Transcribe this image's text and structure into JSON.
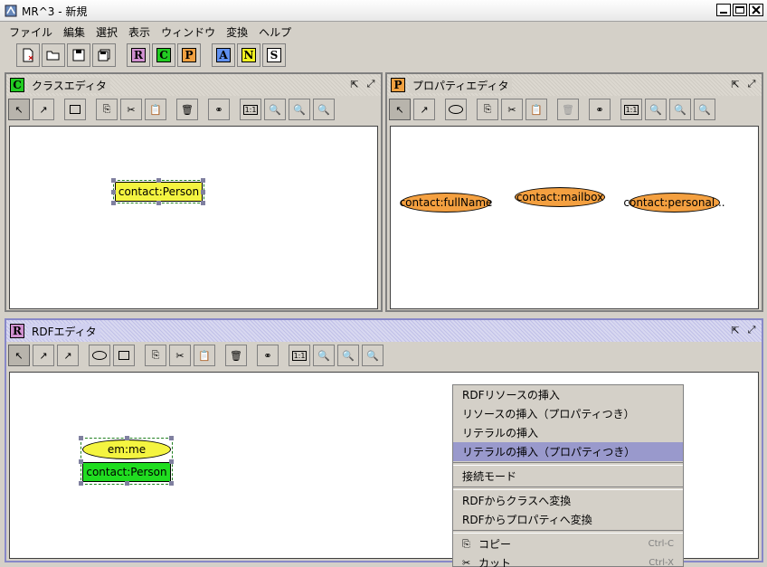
{
  "window": {
    "title": "MR^3 - 新規"
  },
  "menubar": [
    "ファイル",
    "編集",
    "選択",
    "表示",
    "ウィンドウ",
    "変換",
    "ヘルプ"
  ],
  "main_toolbar": {
    "new_icon": "new-file-icon",
    "open_icon": "open-folder-icon",
    "save_icon": "save-icon",
    "save_as_icon": "save-as-icon",
    "r": "R",
    "c": "C",
    "p": "P",
    "a": "A",
    "n": "N",
    "s": "S"
  },
  "class_editor": {
    "title": "クラスエディタ",
    "badge": "C",
    "zoom_label": "1:1",
    "node": "contact:Person"
  },
  "property_editor": {
    "title": "プロパティエディタ",
    "badge": "P",
    "zoom_label": "1:1",
    "nodes": [
      "contact:fullName",
      "contact:mailbox",
      "contact:personal..."
    ]
  },
  "rdf_editor": {
    "title": "RDFエディタ",
    "badge": "R",
    "zoom_label": "1:1",
    "resource": "em:me",
    "type": "contact:Person"
  },
  "context_menu": {
    "items": [
      "RDFリソースの挿入",
      "リソースの挿入（プロパティつき）",
      "リテラルの挿入",
      "リテラルの挿入（プロパティつき）",
      "接続モード",
      "RDFからクラスへ変換",
      "RDFからプロパティへ変換",
      "コピー",
      "カット"
    ],
    "shortcuts": {
      "copy": "Ctrl-C",
      "cut": "Ctrl-X"
    }
  },
  "colors": {
    "resource": "#f4f440",
    "type_rect": "#20dd20",
    "class_node": "#f4f440",
    "property_node": "#f4a040",
    "highlight": "#9999cc"
  }
}
